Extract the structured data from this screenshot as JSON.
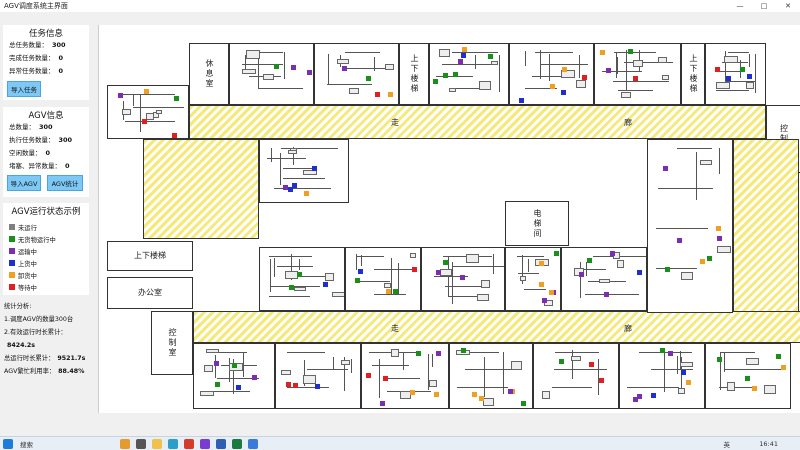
{
  "window": {
    "title": "AGV调度系统主界面",
    "minimize_icon": "—",
    "maximize_icon": "□",
    "close_icon": "✕"
  },
  "task_info": {
    "title": "任务信息",
    "total_label": "总任务数量：",
    "total_value": "300",
    "completed_label": "完成任务数量：",
    "completed_value": "0",
    "abnormal_label": "异常任务数量：",
    "abnormal_value": "0",
    "import_button": "导入任务"
  },
  "agv_info": {
    "title": "AGV信息",
    "total_label": "总数量：",
    "total_value": "300",
    "running_label": "执行任务数量：",
    "running_value": "300",
    "idle_label": "空闲数量：",
    "idle_value": "0",
    "fault_label": "堵塞、异常数量：",
    "fault_value": "0",
    "import_button": "导入AGV",
    "stats_button": "AGV统计"
  },
  "legend": {
    "title": "AGV运行状态示例",
    "items": [
      {
        "label": "未运行",
        "color": "#808080"
      },
      {
        "label": "无货物运行中",
        "color": "#1a8f1a"
      },
      {
        "label": "运输中",
        "color": "#7b2fb0"
      },
      {
        "label": "上货中",
        "color": "#1f2fd0"
      },
      {
        "label": "卸货中",
        "color": "#f0a020"
      },
      {
        "label": "等待中",
        "color": "#e02020"
      }
    ]
  },
  "stats": {
    "heading": "统计分析:",
    "line1_label": "1.调度AGV的数量300台",
    "line2_label": "2.有效运行时长累计：",
    "line2_value": "8424.2s",
    "line3_label": "总运行时长累计：",
    "line3_value": "9521.7s",
    "line4_label": "AGV繁忙利用率：",
    "line4_value": "88.48%"
  },
  "map": {
    "rest_room": "休息室",
    "stairs_top1": "上下楼梯",
    "stairs_top2": "上下楼梯",
    "control_room_right": "控制室",
    "corridor_top_1": "走",
    "corridor_top_2": "廊",
    "elevator": "电梯间",
    "stairs_left": "上下楼梯",
    "office": "办公室",
    "control_room_left": "控制室",
    "corridor_bottom_1": "走",
    "corridor_bottom_2": "廊"
  },
  "taskbar": {
    "search_placeholder": "搜索",
    "lang": "英",
    "time": "16:41"
  }
}
